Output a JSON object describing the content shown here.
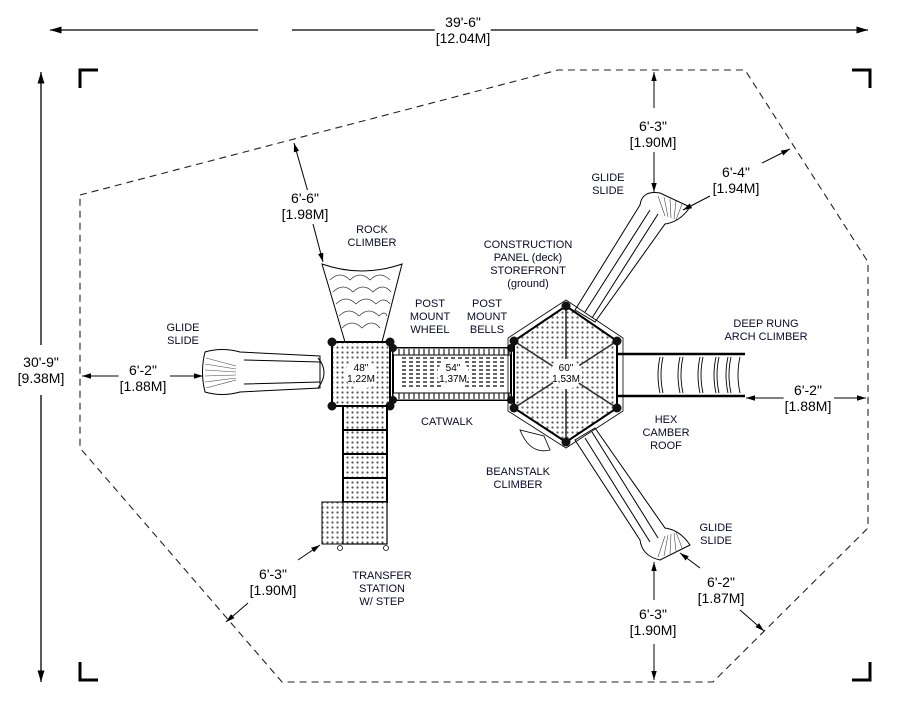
{
  "title": "Playground structure plan view with use-zone dimensions",
  "colors": {
    "ink": "#000000",
    "label_text": "#0a0a28",
    "dimension_text": "#000000",
    "deck_fill": "#d8d8d8",
    "background": "#ffffff"
  },
  "overall_dimensions": {
    "width": {
      "imperial": "39'-6\"",
      "metric": "[12.04M]"
    },
    "depth": {
      "imperial": "30'-9\"",
      "metric": "[9.38M]"
    }
  },
  "use_zone_dimensions": [
    {
      "id": "rock-climber-clearance",
      "imperial": "6'-6\"",
      "metric": "[1.98M]"
    },
    {
      "id": "left-glide-slide-clearance",
      "imperial": "6'-2\"",
      "metric": "[1.88M]"
    },
    {
      "id": "top-glide-slide-vertical-clearance",
      "imperial": "6'-3\"",
      "metric": "[1.90M]"
    },
    {
      "id": "top-glide-slide-diagonal-clearance",
      "imperial": "6'-4\"",
      "metric": "[1.94M]"
    },
    {
      "id": "arch-climber-clearance",
      "imperial": "6'-2\"",
      "metric": "[1.88M]"
    },
    {
      "id": "transfer-station-clearance",
      "imperial": "6'-3\"",
      "metric": "[1.90M]"
    },
    {
      "id": "bottom-glide-slide-vertical-clearance",
      "imperial": "6'-3\"",
      "metric": "[1.90M]"
    },
    {
      "id": "bottom-glide-slide-diagonal-clearance",
      "imperial": "6'-2\"",
      "metric": "[1.87M]"
    }
  ],
  "deck_heights": [
    {
      "id": "deck-48",
      "imperial": "48\"",
      "metric": "1,22M"
    },
    {
      "id": "deck-54",
      "imperial": "54\"",
      "metric": "1,37M"
    },
    {
      "id": "deck-60",
      "imperial": "60\"",
      "metric": "1,53M"
    }
  ],
  "component_labels": {
    "left_glide_slide": [
      "GLIDE",
      "SLIDE"
    ],
    "rock_climber": [
      "ROCK",
      "CLIMBER"
    ],
    "post_mount_wheel": [
      "POST",
      "MOUNT",
      "WHEEL"
    ],
    "post_mount_bells": [
      "POST",
      "MOUNT",
      "BELLS"
    ],
    "construction_panel": [
      "CONSTRUCTION",
      "PANEL (deck)",
      "STOREFRONT",
      "(ground)"
    ],
    "top_glide_slide": [
      "GLIDE",
      "SLIDE"
    ],
    "deep_rung_arch_climber": [
      "DEEP RUNG",
      "ARCH CLIMBER"
    ],
    "hex_camber_roof": [
      "HEX",
      "CAMBER",
      "ROOF"
    ],
    "catwalk": [
      "CATWALK"
    ],
    "beanstalk_climber": [
      "BEANSTALK",
      "CLIMBER"
    ],
    "transfer_station": [
      "TRANSFER",
      "STATION",
      "W/ STEP"
    ],
    "bottom_glide_slide": [
      "GLIDE",
      "SLIDE"
    ]
  }
}
